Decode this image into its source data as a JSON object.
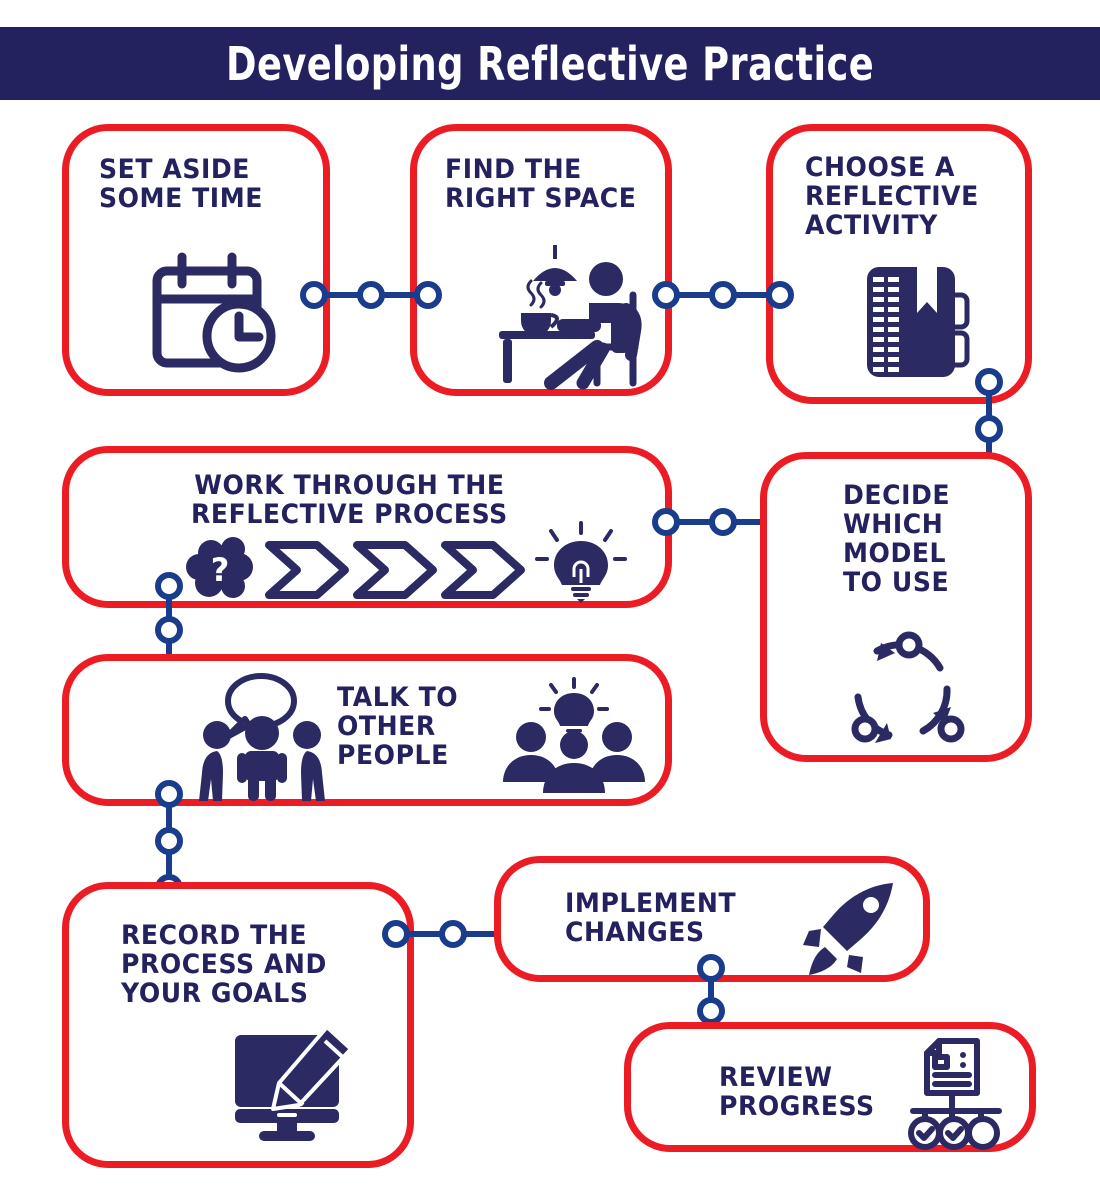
{
  "header": {
    "title": "Developing Reflective Practice",
    "bg_color": "#23215E",
    "text_color": "#FFFFFF"
  },
  "theme": {
    "card_border_color": "#EC1C24",
    "text_color": "#23215E",
    "icon_color": "#2B2A63",
    "connector_color": "#1A3C8C",
    "background": "#FFFFFF"
  },
  "steps": [
    {
      "id": "set-aside-some-time",
      "label": "SET ASIDE\nSOME TIME",
      "icon": "calendar-clock-icon"
    },
    {
      "id": "find-the-right-space",
      "label": "FIND THE\nRIGHT SPACE",
      "icon": "person-at-desk-icon"
    },
    {
      "id": "choose-a-reflective-activity",
      "label": "CHOOSE A\nREFLECTIVE\nACTIVITY",
      "icon": "notebook-journal-icon"
    },
    {
      "id": "decide-which-model-to-use",
      "label": "DECIDE\nWHICH\nMODEL\nTO USE",
      "icon": "cycle-arrows-icon"
    },
    {
      "id": "work-through-the-reflective-process",
      "label": "WORK THROUGH THE\nREFLECTIVE PROCESS",
      "icon": "brain-chevrons-lightbulb-icon"
    },
    {
      "id": "talk-to-other-people",
      "label": "TALK TO\nOTHER\nPEOPLE",
      "icon": "people-speech-bubble-icon"
    },
    {
      "id": "record-the-process-and-your-goals",
      "label": "RECORD THE\nPROCESS AND\nYOUR GOALS",
      "icon": "monitor-pencil-icon"
    },
    {
      "id": "implement-changes",
      "label": "IMPLEMENT\nCHANGES",
      "icon": "rocket-icon"
    },
    {
      "id": "review-progress",
      "label": "REVIEW\nPROGRESS",
      "icon": "document-checklist-icon"
    }
  ],
  "connectors": [
    {
      "id": "time-to-space",
      "orientation": "horizontal",
      "nodes": 3
    },
    {
      "id": "space-to-activity",
      "orientation": "horizontal",
      "nodes": 3
    },
    {
      "id": "activity-to-model",
      "orientation": "vertical",
      "nodes": 3
    },
    {
      "id": "model-to-process",
      "orientation": "horizontal",
      "nodes": 3
    },
    {
      "id": "process-to-talk",
      "orientation": "vertical",
      "nodes": 3
    },
    {
      "id": "talk-to-record",
      "orientation": "vertical",
      "nodes": 3
    },
    {
      "id": "record-to-implement",
      "orientation": "horizontal",
      "nodes": 3
    },
    {
      "id": "implement-to-review",
      "orientation": "vertical",
      "nodes": 3
    }
  ]
}
